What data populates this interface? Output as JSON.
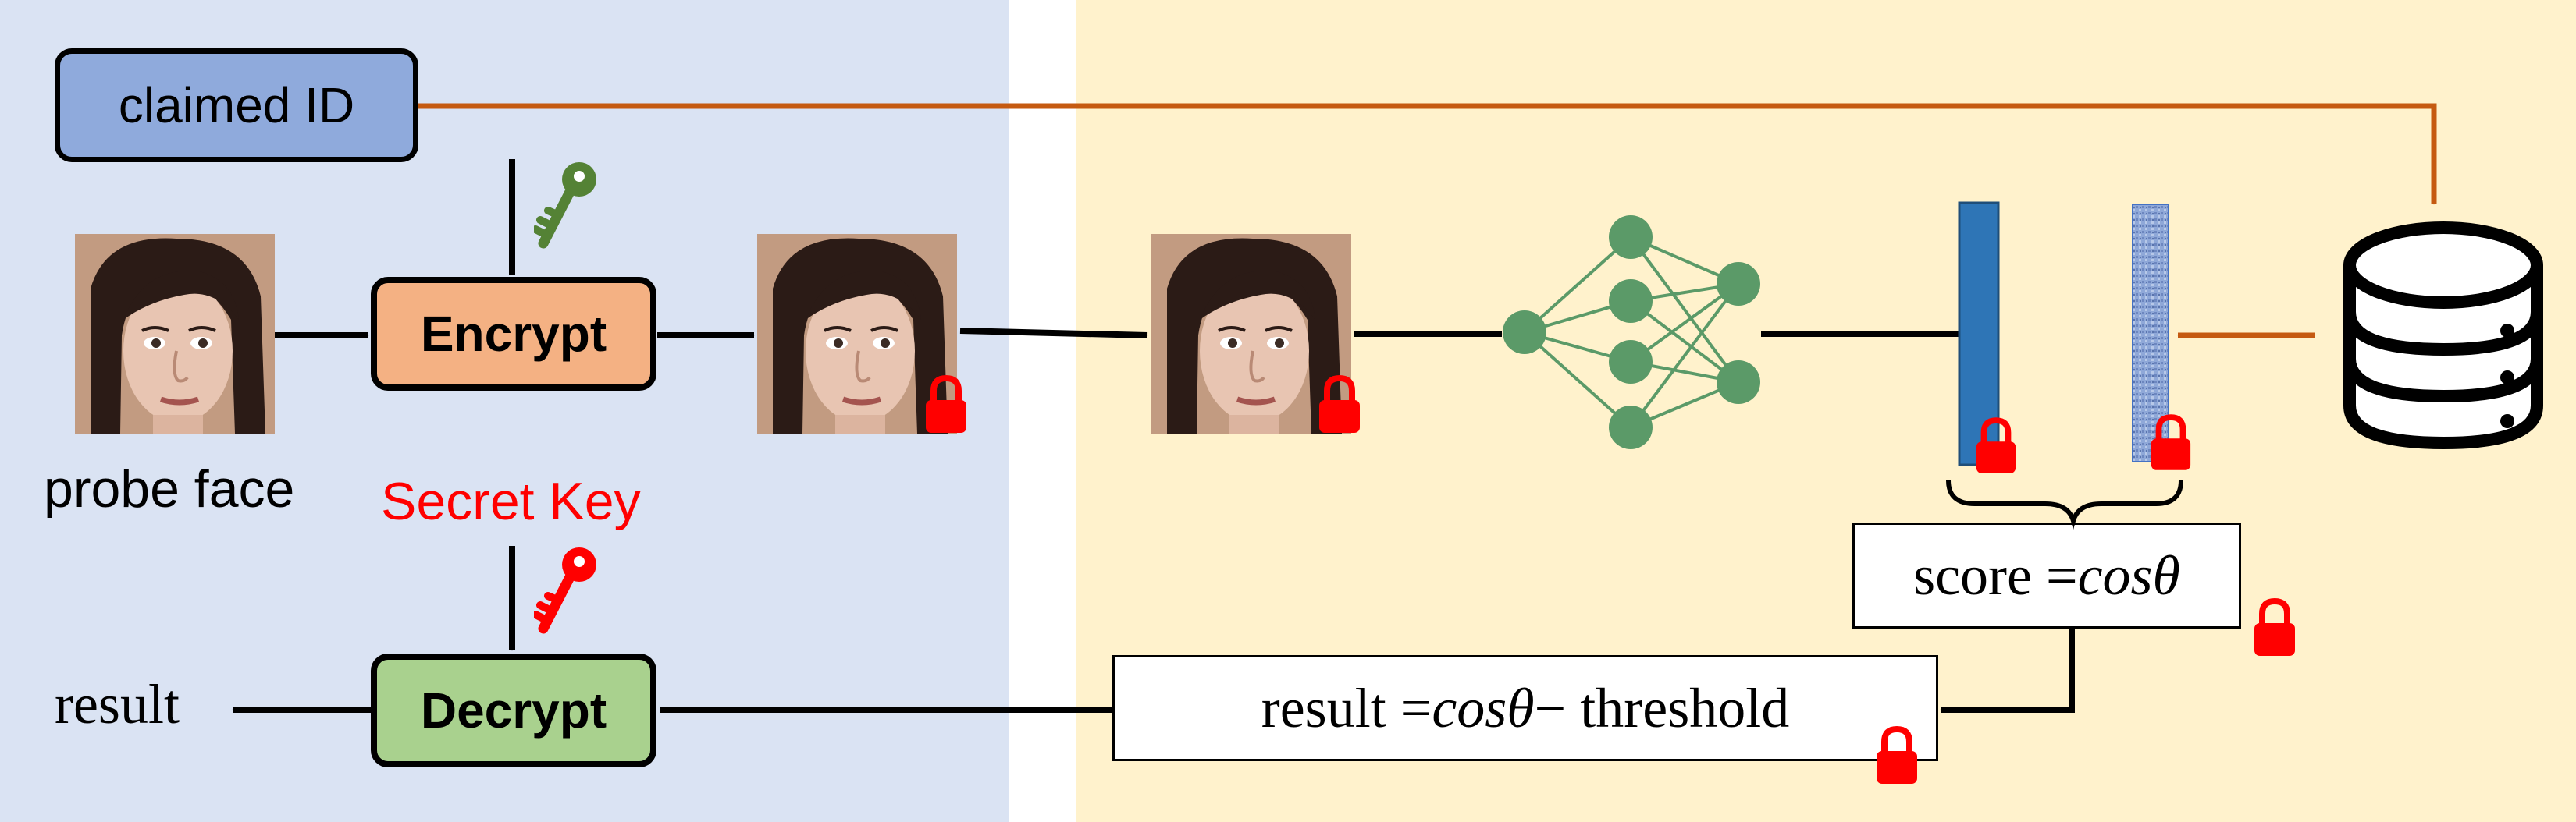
{
  "claimed_id": "claimed ID",
  "encrypt_label": "Encrypt",
  "decrypt_label": "Decrypt",
  "probe_face_label": "probe face",
  "secret_key_label": "Secret Key",
  "result_label": "result",
  "score_formula": {
    "left": "score = ",
    "right": "cosθ"
  },
  "result_formula": {
    "left": "result = ",
    "mid": "cosθ",
    "right": " − threshold"
  },
  "colors": {
    "client_bg": "#dae3f3",
    "server_bg": "#fff2cc",
    "claimed_id_fill": "#8faadc",
    "encrypt_fill": "#f4b183",
    "decrypt_fill": "#a9d18e",
    "db_arrow": "#c55a11",
    "public_key": "#548235",
    "secret_key": "#ff0000",
    "network_node": "#5b9a68",
    "plain_feature": "#2e75b6",
    "encrypted_feature": "#8fa8d8",
    "lock": "#ff0000"
  },
  "icons": {
    "public_key": "key-icon",
    "secret_key": "key-icon",
    "lock": "lock-icon",
    "database": "database-icon",
    "network": "neural-network-icon"
  }
}
